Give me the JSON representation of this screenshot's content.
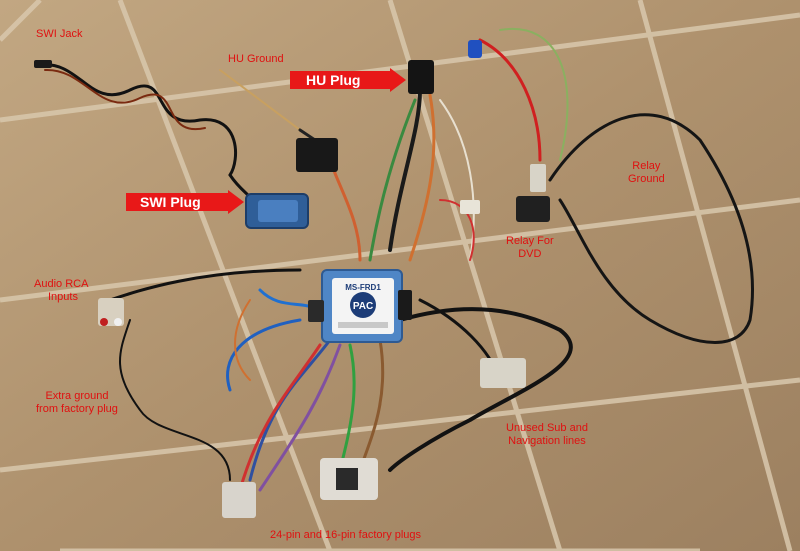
{
  "labels": {
    "swi_jack": "SWI Jack",
    "hu_ground": "HU Ground",
    "hu_plug": "HU Plug",
    "swi_plug": "SWI Plug",
    "relay_ground_1": "Relay",
    "relay_ground_2": "Ground",
    "relay_dvd_1": "Relay For",
    "relay_dvd_2": "DVD",
    "audio_rca_1": "Audio RCA",
    "audio_rca_2": "Inputs",
    "extra_ground_1": "Extra ground",
    "extra_ground_2": "from factory plug",
    "unused_1": "Unused Sub and",
    "unused_2": "Navigation lines",
    "factory_plugs": "24-pin and 16-pin factory plugs"
  },
  "module": {
    "model": "MS-FRD1",
    "brand": "PAC"
  },
  "colors": {
    "floor": "#b59a78",
    "grout": "#d8c7ab",
    "label_red": "#e01010",
    "arrow_red": "#e81818",
    "module_blue": "#4f86c6",
    "swi_blue": "#2f5e98"
  }
}
